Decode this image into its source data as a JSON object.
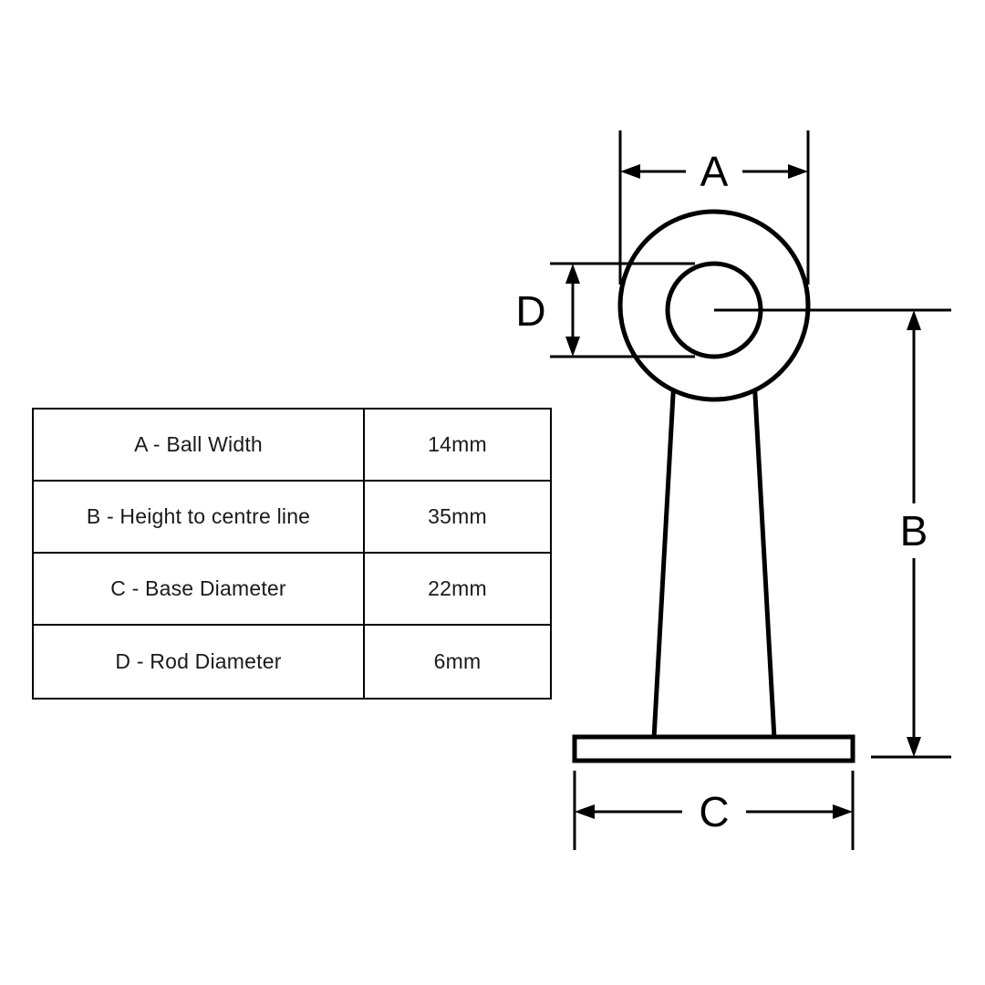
{
  "table": {
    "rows": [
      {
        "label": "A - Ball Width",
        "value": "14mm"
      },
      {
        "label": "B - Height to centre line",
        "value": "35mm"
      },
      {
        "label": "C - Base Diameter",
        "value": "22mm"
      },
      {
        "label": "D - Rod Diameter",
        "value": "6mm"
      }
    ]
  },
  "diagram": {
    "labels": {
      "a": "A",
      "b": "B",
      "c": "C",
      "d": "D"
    }
  },
  "colors": {
    "line": "#000000",
    "background": "#ffffff"
  }
}
